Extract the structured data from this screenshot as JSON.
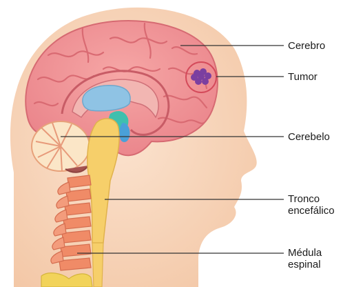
{
  "labels": {
    "cerebro": "Cerebro",
    "tumor": "Tumor",
    "cerebelo": "Cerebelo",
    "tronco_line1": "Tronco",
    "tronco_line2": "encefálico",
    "medula_line1": "Médula",
    "medula_line2": "espinal"
  },
  "colors": {
    "head": "#f7d3b6",
    "brain": "#ef8f92",
    "brain_fold": "#d96a72",
    "tumor": "#7b3fa0",
    "ventricle": "#8fc3e4",
    "brainstem": "#f6cf6a",
    "spine": "#f08b67",
    "leader_line": "#333333"
  }
}
